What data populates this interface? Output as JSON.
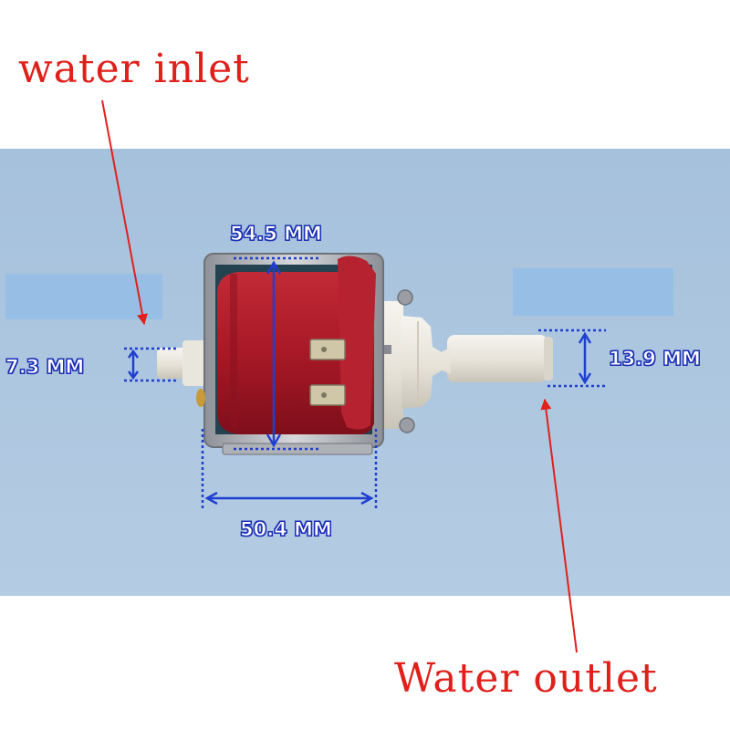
{
  "labels": {
    "inlet": "water inlet",
    "outlet": "Water outlet"
  },
  "dimensions": {
    "body_height": "54.5 MM",
    "inlet_diameter": "7.3 MM",
    "outlet_diameter": "13.9 MM",
    "body_width": "50.4 MM"
  },
  "colors": {
    "callout_text": "#e0201b",
    "dimension_line": "#1f3fd0",
    "background_panel": "#a8c3dd",
    "coil_red": "#b01e2c",
    "frame_steel": "#b9bcc1",
    "plastic_white": "#ece9e1"
  }
}
